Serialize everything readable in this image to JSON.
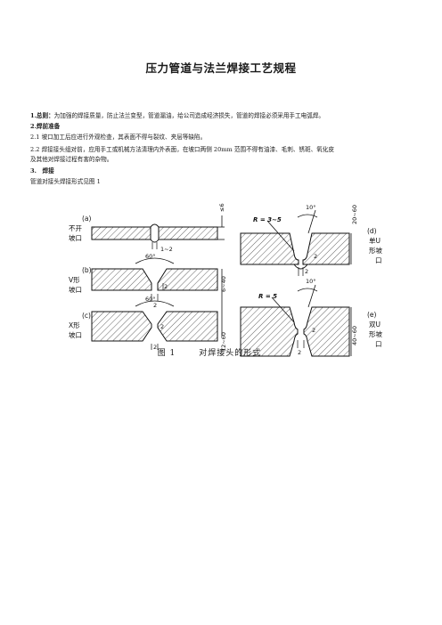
{
  "document": {
    "title": "压力管道与法兰焊接工艺规程",
    "sections": [
      {
        "heading": "1.总则：",
        "text": "为加强的焊接质量，防止法兰变型，管道漏油，给公司造成经济损失，管道的焊接必须采用手工电弧焊。"
      },
      {
        "heading": "2.焊前准备",
        "text": ""
      },
      {
        "heading": "",
        "text": "2.1 坡口加工后应进行外观检查，其表面不得与裂纹、夹层等缺陷。"
      },
      {
        "heading": "",
        "text": "2.2 焊接接头组对前，应用手工或机械方法清理内外表面，在坡口两侧 20mm 范围不得有油漆、毛刺、锈斑、氧化皮"
      },
      {
        "heading": "",
        "text": "及其他对焊接过程有害的杂物。"
      },
      {
        "heading": "3.　焊接",
        "text": ""
      },
      {
        "heading": "",
        "text": "管道对接头焊接形式见图 1"
      }
    ]
  },
  "figure": {
    "caption_num": "图 1",
    "caption_text": "对焊接头的形式",
    "labels": {
      "a_tag": "(a)",
      "a_name1": "不开",
      "a_name2": "坡口",
      "b_tag": "(b)",
      "b_name1": "V形",
      "b_name2": "坡口",
      "c_tag": "(c)",
      "c_name1": "X形",
      "c_name2": "坡口",
      "d_tag": "(d)",
      "d_name1": "单U",
      "d_name2": "形坡",
      "d_name3": "口",
      "e_tag": "(e)",
      "e_name1": "双U",
      "e_name2": "形坡",
      "e_name3": "口"
    },
    "dims": {
      "a_thick": "≤6",
      "a_gap": "1~2",
      "b_angle": "60°",
      "b_root": "2",
      "b_gap": "2",
      "c_angle": "60°",
      "c_root": "2",
      "c_gap": "2",
      "thick_bc": "6~40",
      "thick_c": "12~60",
      "d_radius": "R = 3~5",
      "d_angle": "10°",
      "d_thick": "20~60",
      "d_root": "2",
      "d_gap": "2",
      "e_radius": "R = 5",
      "e_angle": "10°",
      "e_thick": "40~60",
      "e_root": "2",
      "e_gap": "2"
    }
  }
}
